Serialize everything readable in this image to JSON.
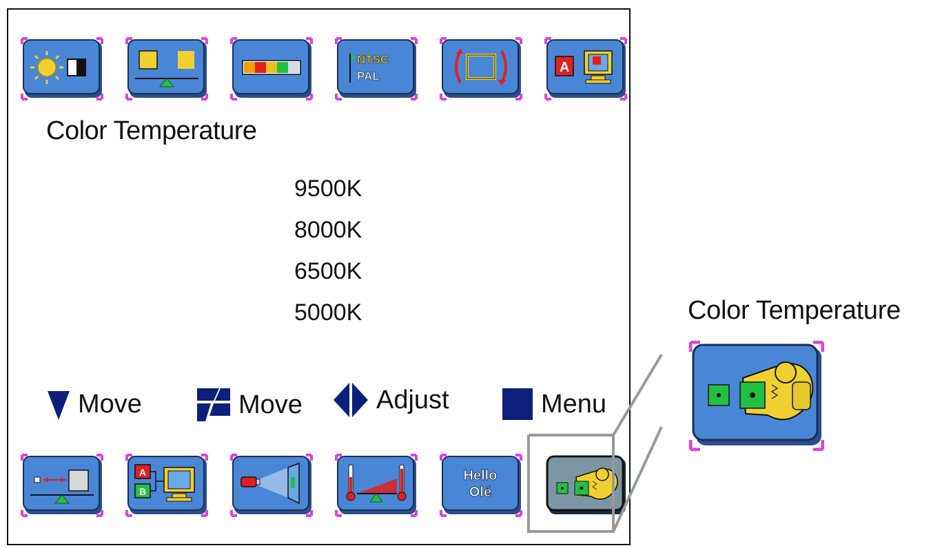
{
  "menu": {
    "title": "Color Temperature",
    "options": [
      "9500K",
      "8000K",
      "6500K",
      "5000K"
    ]
  },
  "hints": {
    "move1_label": "Move",
    "move2_label": "Move",
    "adjust_label": "Adjust",
    "menu_label": "Menu"
  },
  "top_icons": [
    {
      "name": "brightness-contrast-icon"
    },
    {
      "name": "size-balance-icon"
    },
    {
      "name": "color-bars-icon"
    },
    {
      "name": "ntsc-pal-icon",
      "text1": "NTSC",
      "text2": "PAL"
    },
    {
      "name": "geometry-icon"
    },
    {
      "name": "osd-language-icon",
      "text": "A"
    }
  ],
  "bottom_icons": [
    {
      "name": "position-balance-icon"
    },
    {
      "name": "input-select-icon",
      "text1": "A",
      "text2": "B"
    },
    {
      "name": "projector-keystone-icon"
    },
    {
      "name": "temperature-balance-icon"
    },
    {
      "name": "language-icon",
      "text1": "Hello",
      "text2": "Olé"
    },
    {
      "name": "color-temperature-icon",
      "selected": true
    }
  ],
  "callout": {
    "title": "Color Temperature"
  },
  "colors": {
    "tile_blue": "#4a86d6",
    "tile_dark": "#2a4f86",
    "selected_bg": "#7d96a6",
    "corner_magenta": "#e040e0",
    "hint_navy": "#0d1f7a",
    "yellow": "#f0d030",
    "green": "#22c040",
    "red": "#e02020"
  }
}
